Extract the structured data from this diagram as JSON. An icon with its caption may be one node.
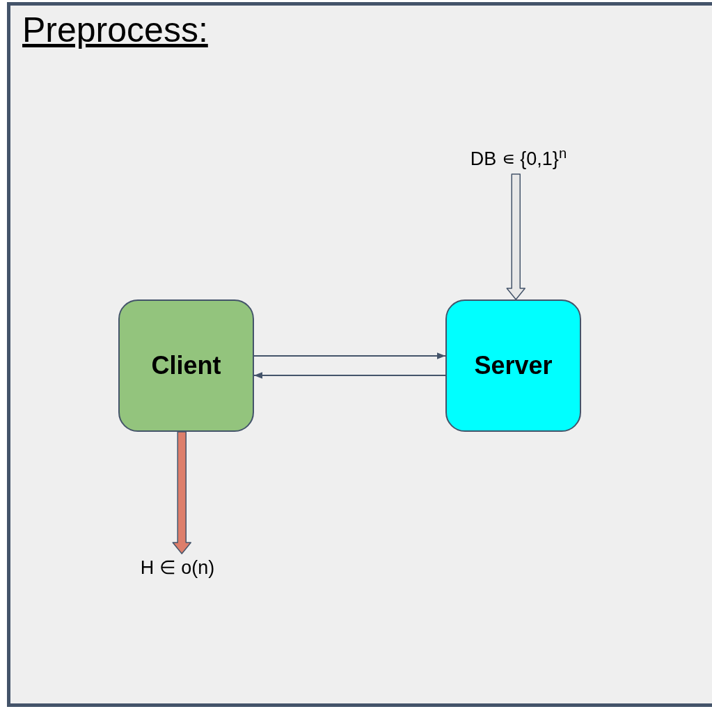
{
  "diagram": {
    "title": "Preprocess:",
    "nodes": [
      {
        "text": [
          "Client"
        ]
      },
      {
        "text": [
          "Server"
        ]
      },
      {
        "text": [
          "DB ∊ {0,1}$^{n}$"
        ]
      },
      {
        "text": [
          "H ∈ o(n)"
        ]
      }
    ],
    "edges": [
      {
        "from": 0,
        "to": 1,
        "arrow": "to"
      },
      {
        "from": 1,
        "to": 0,
        "arrow": "to"
      },
      {
        "from": 2,
        "to": 1,
        "arrow": "to",
        "style": "thick"
      },
      {
        "from": 0,
        "to": 3,
        "arrow": "to",
        "style": "thick",
        "color": "#dd7e6b"
      }
    ]
  }
}
